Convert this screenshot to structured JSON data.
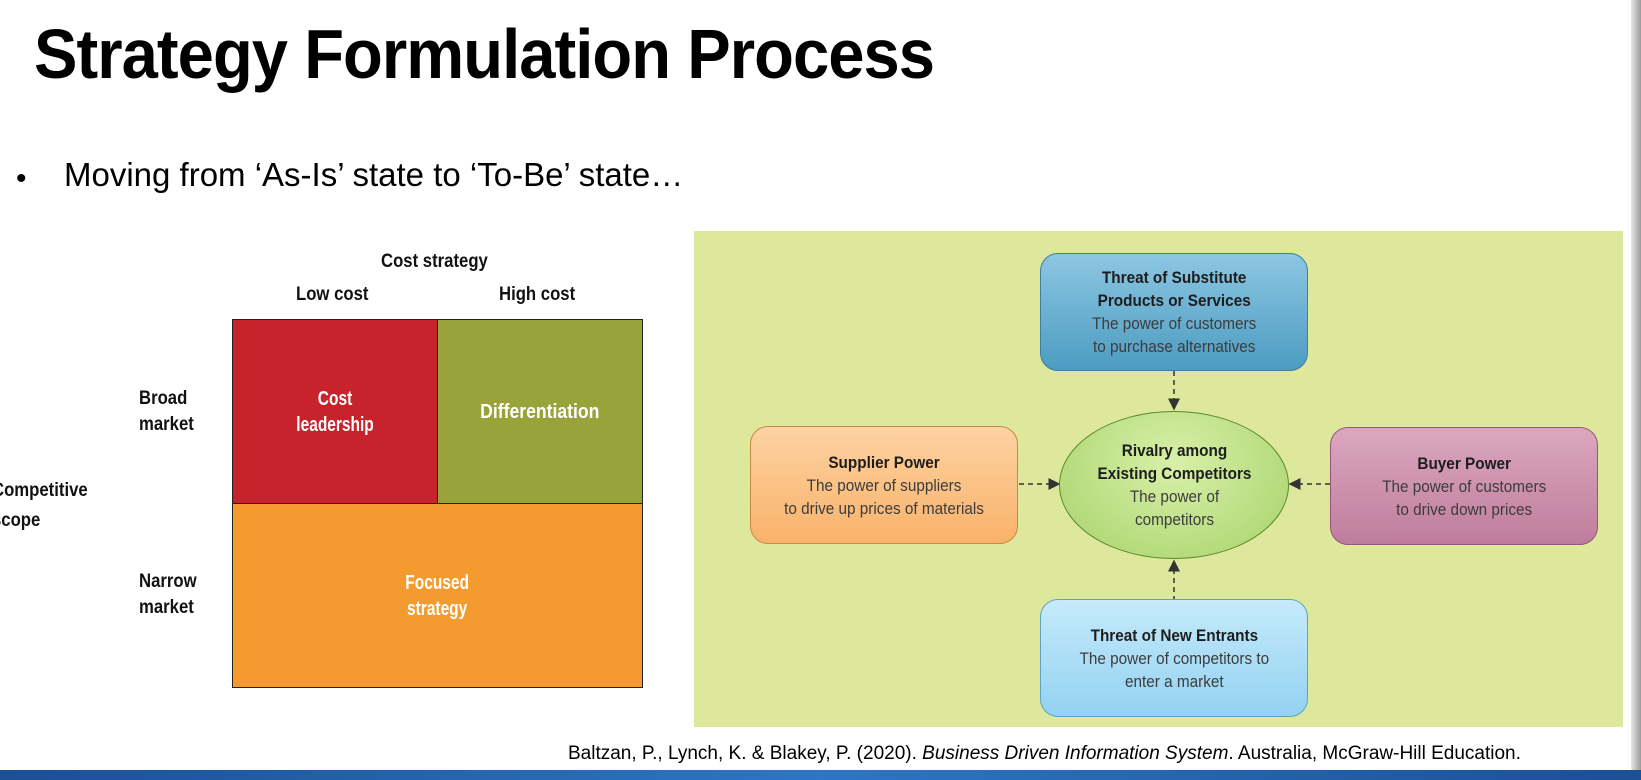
{
  "slide": {
    "title": "Strategy Formulation Process",
    "bullet": "Moving from ‘As-Is’ state to ‘To-Be’ state…"
  },
  "generic_strategies": {
    "column_axis_title": "Cost strategy",
    "col_low": "Low cost",
    "col_high": "High cost",
    "row_axis_title_line1": "Competitive",
    "row_axis_title_line2": "scope",
    "row_broad_line1": "Broad",
    "row_broad_line2": "market",
    "row_narrow_line1": "Narrow",
    "row_narrow_line2": "market",
    "cost_leadership_line1": "Cost",
    "cost_leadership_line2": "leadership",
    "differentiation": "Differentiation",
    "focused_line1": "Focused",
    "focused_line2": "strategy",
    "colors": {
      "cost_leadership": "#c8232c",
      "differentiation": "#9aa33a",
      "focused": "#f49b30"
    }
  },
  "five_forces": {
    "substitutes": {
      "title_line1": "Threat of Substitute",
      "title_line2": "Products or Services",
      "desc_line1": "The power of customers",
      "desc_line2": "to purchase alternatives"
    },
    "supplier": {
      "title": "Supplier Power",
      "desc_line1": "The power of suppliers",
      "desc_line2": "to drive up prices of materials"
    },
    "rivalry": {
      "title_line1": "Rivalry among",
      "title_line2": "Existing Competitors",
      "desc_line1": "The power of",
      "desc_line2": "competitors"
    },
    "buyer": {
      "title": "Buyer Power",
      "desc_line1": "The power of customers",
      "desc_line2": "to drive down prices"
    },
    "new_entrants": {
      "title": "Threat of New Entrants",
      "desc_line1": "The power of competitors to",
      "desc_line2": "enter a market"
    },
    "colors": {
      "background": "#dde89c",
      "substitutes": "#5fa8cc",
      "supplier": "#fbbf7f",
      "buyer": "#c98aa8",
      "new_entrants": "#a5dcf4",
      "rivalry": "#b6dc80"
    }
  },
  "citation": {
    "before": "Baltzan, P., Lynch, K. & Blakey, P. (2020). ",
    "italic": "Business Driven Information System",
    "after": ". Australia, McGraw-Hill Education."
  }
}
